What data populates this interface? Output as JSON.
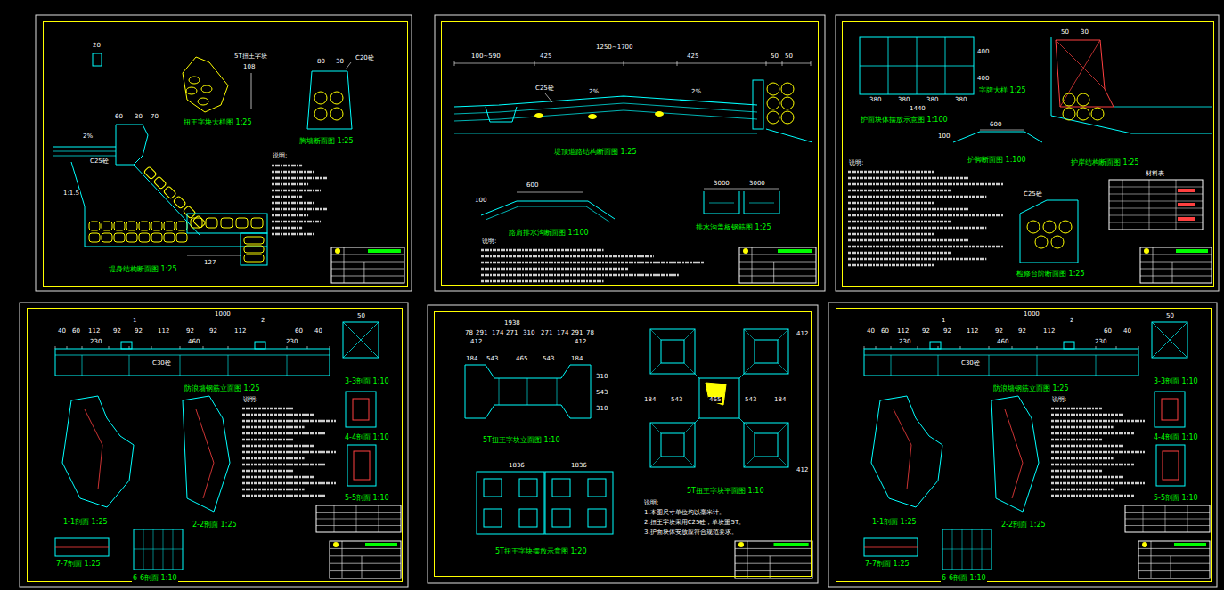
{
  "diagram": {
    "nodes": [
      {
        "text": [
          "堤身结构断面图 1:25"
        ]
      },
      {
        "text": [
          "堤顶道路结构断面图 1:25"
        ]
      },
      {
        "text": [
          "护岸结构断面图 1:25"
        ]
      },
      {
        "text": [
          "防浪墙钢筋立面图 1:25"
        ]
      },
      {
        "text": [
          "5T扭王字块立面图 1:10"
        ]
      },
      {
        "text": [
          "防浪墙钢筋立面图 1:25"
        ]
      }
    ],
    "labels": [
      "20",
      "5T扭王字块",
      "108",
      "扭王字块大样图 1:25",
      "80",
      "30",
      "C20砼",
      "胸墙断面图 1:25",
      "60",
      "30",
      "70",
      "2%",
      "C25砼",
      "1:1.5",
      "127",
      "说明:",
      "100~590",
      "1250~1700",
      "425",
      "425",
      "50",
      "50",
      "C25砼",
      "2%",
      "2%",
      "600",
      "100",
      "路肩排水沟断面图 1:100",
      "3000",
      "3000",
      "排水沟盖板钢筋图 1:25",
      "说明:",
      "400",
      "400",
      "380",
      "380",
      "380",
      "380",
      "1440",
      "护面块体摆放示意图 1:100",
      "字牌大样 1:25",
      "50",
      "30",
      "600",
      "100",
      "护脚断面图 1:100",
      "说明:",
      "C25砼",
      "材料表",
      "检修台阶断面图 1:25",
      "1000",
      "1",
      "2",
      "40",
      "60",
      "112",
      "92",
      "92",
      "112",
      "92",
      "92",
      "112",
      "60",
      "40",
      "230",
      "460",
      "230",
      "C30砼",
      "3-3剖面 1:10",
      "4-4剖面 1:10",
      "5-5剖面 1:10",
      "1-1剖面 1:25",
      "2-2剖面 1:25",
      "7-7剖面 1:25",
      "6-6剖面 1:10",
      "50",
      "说明:",
      "1938",
      "78",
      "291",
      "174",
      "271",
      "310",
      "271",
      "174",
      "291",
      "78",
      "412",
      "412",
      "184",
      "543",
      "465",
      "543",
      "184",
      "310",
      "543",
      "310",
      "184",
      "543",
      "465",
      "543",
      "184",
      "412",
      "412",
      "5T扭王字块平面图 1:10",
      "1836",
      "1836",
      "5T扭王字块摆放示意图 1:20",
      "说明:",
      "1.本图尺寸单位均以毫米计。",
      "2.扭王字块采用C25砼，单块重5T。",
      "3.护面块体安放应符合规范要求。",
      "1000",
      "1",
      "2",
      "40",
      "60",
      "112",
      "92",
      "92",
      "112",
      "92",
      "92",
      "112",
      "60",
      "40",
      "230",
      "460",
      "230",
      "C30砼",
      "3-3剖面 1:10",
      "4-4剖面 1:10",
      "5-5剖面 1:10",
      "1-1剖面 1:25",
      "2-2剖面 1:25",
      "7-7剖面 1:25",
      "6-6剖面 1:10",
      "50",
      "说明:"
    ]
  }
}
